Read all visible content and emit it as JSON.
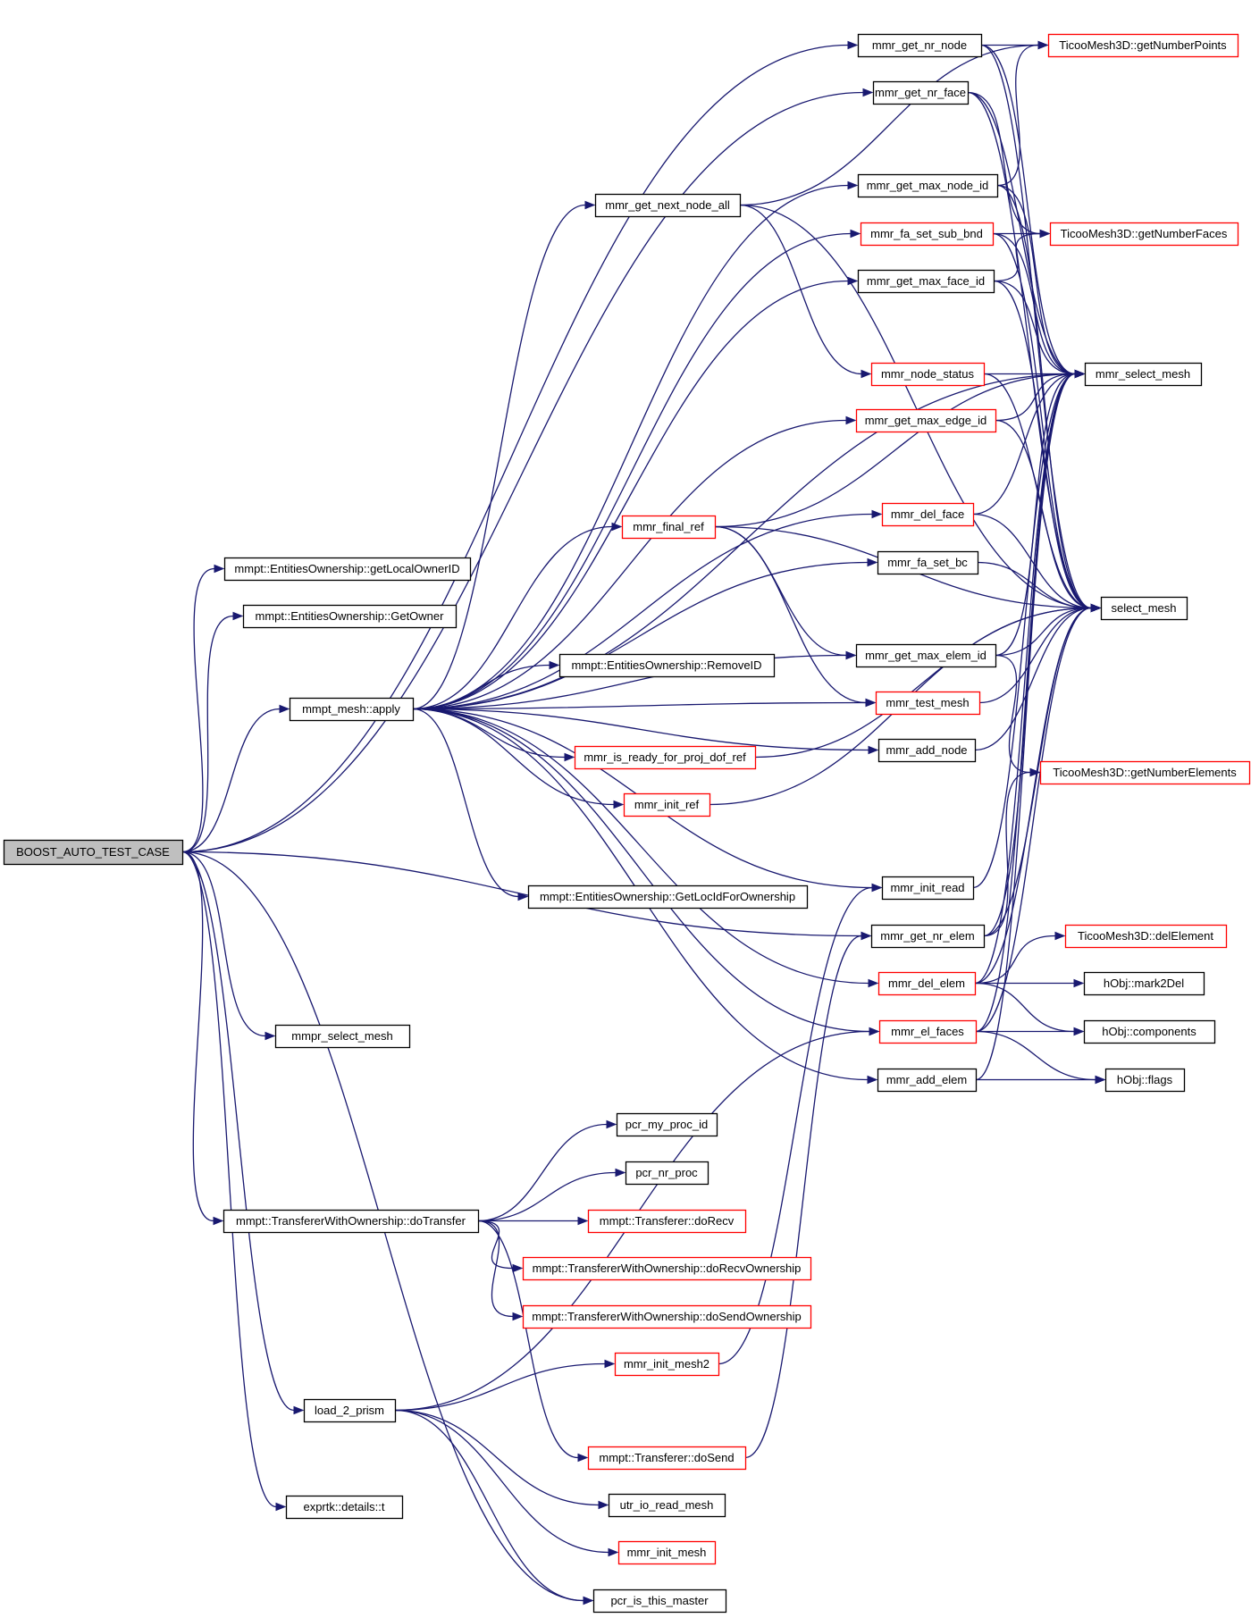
{
  "graph": {
    "colors": {
      "edge": "#191970",
      "root_fill": "#bfbfbf",
      "normal_border": "#000000",
      "truncated_border": "#ff0000",
      "node_fill": "#ffffff"
    },
    "nodes": [
      {
        "id": "boost",
        "label": "BOOST_AUTO_TEST_CASE",
        "style": "root"
      },
      {
        "id": "getLocalOwnerID",
        "label": "mmpt::EntitiesOwnership::getLocalOwnerID",
        "style": "normal"
      },
      {
        "id": "GetOwner",
        "label": "mmpt::EntitiesOwnership::GetOwner",
        "style": "normal"
      },
      {
        "id": "apply",
        "label": "mmpt_mesh::apply",
        "style": "normal"
      },
      {
        "id": "mmpr_select_mesh",
        "label": "mmpr_select_mesh",
        "style": "normal"
      },
      {
        "id": "doTransfer",
        "label": "mmpt::TransfererWithOwnership::doTransfer",
        "style": "normal"
      },
      {
        "id": "load_2_prism",
        "label": "load_2_prism",
        "style": "normal"
      },
      {
        "id": "exprtk_t",
        "label": "exprtk::details::t",
        "style": "normal"
      },
      {
        "id": "pcr_is_this_master",
        "label": "pcr_is_this_master",
        "style": "normal"
      },
      {
        "id": "mmr_get_next_node_all",
        "label": "mmr_get_next_node_all",
        "style": "normal"
      },
      {
        "id": "mmr_final_ref",
        "label": "mmr_final_ref",
        "style": "truncated"
      },
      {
        "id": "RemoveID",
        "label": "mmpt::EntitiesOwnership::RemoveID",
        "style": "normal"
      },
      {
        "id": "mmr_is_ready",
        "label": "mmr_is_ready_for_proj_dof_ref",
        "style": "truncated"
      },
      {
        "id": "mmr_init_ref",
        "label": "mmr_init_ref",
        "style": "truncated"
      },
      {
        "id": "GetLocId",
        "label": "mmpt::EntitiesOwnership::GetLocIdForOwnership",
        "style": "normal"
      },
      {
        "id": "pcr_my_proc_id",
        "label": "pcr_my_proc_id",
        "style": "normal"
      },
      {
        "id": "pcr_nr_proc",
        "label": "pcr_nr_proc",
        "style": "normal"
      },
      {
        "id": "doRecv",
        "label": "mmpt::Transferer::doRecv",
        "style": "truncated"
      },
      {
        "id": "doRecvOwnership",
        "label": "mmpt::TransfererWithOwnership::doRecvOwnership",
        "style": "truncated"
      },
      {
        "id": "doSendOwnership",
        "label": "mmpt::TransfererWithOwnership::doSendOwnership",
        "style": "truncated"
      },
      {
        "id": "mmr_init_mesh2",
        "label": "mmr_init_mesh2",
        "style": "truncated"
      },
      {
        "id": "doSend",
        "label": "mmpt::Transferer::doSend",
        "style": "truncated"
      },
      {
        "id": "utr_io_read_mesh",
        "label": "utr_io_read_mesh",
        "style": "normal"
      },
      {
        "id": "mmr_init_mesh",
        "label": "mmr_init_mesh",
        "style": "truncated"
      },
      {
        "id": "mmr_get_nr_node",
        "label": "mmr_get_nr_node",
        "style": "normal"
      },
      {
        "id": "mmr_get_nr_face",
        "label": "mmr_get_nr_face",
        "style": "normal"
      },
      {
        "id": "mmr_get_max_node_id",
        "label": "mmr_get_max_node_id",
        "style": "normal"
      },
      {
        "id": "mmr_fa_set_sub_bnd",
        "label": "mmr_fa_set_sub_bnd",
        "style": "truncated"
      },
      {
        "id": "mmr_get_max_face_id",
        "label": "mmr_get_max_face_id",
        "style": "normal"
      },
      {
        "id": "mmr_node_status",
        "label": "mmr_node_status",
        "style": "truncated"
      },
      {
        "id": "mmr_get_max_edge_id",
        "label": "mmr_get_max_edge_id",
        "style": "truncated"
      },
      {
        "id": "mmr_del_face",
        "label": "mmr_del_face",
        "style": "truncated"
      },
      {
        "id": "mmr_fa_set_bc",
        "label": "mmr_fa_set_bc",
        "style": "normal"
      },
      {
        "id": "mmr_get_max_elem_id",
        "label": "mmr_get_max_elem_id",
        "style": "normal"
      },
      {
        "id": "mmr_test_mesh",
        "label": "mmr_test_mesh",
        "style": "truncated"
      },
      {
        "id": "mmr_add_node",
        "label": "mmr_add_node",
        "style": "normal"
      },
      {
        "id": "mmr_init_read",
        "label": "mmr_init_read",
        "style": "normal"
      },
      {
        "id": "mmr_get_nr_elem",
        "label": "mmr_get_nr_elem",
        "style": "normal"
      },
      {
        "id": "mmr_del_elem",
        "label": "mmr_del_elem",
        "style": "truncated"
      },
      {
        "id": "mmr_el_faces",
        "label": "mmr_el_faces",
        "style": "truncated"
      },
      {
        "id": "mmr_add_elem",
        "label": "mmr_add_elem",
        "style": "normal"
      },
      {
        "id": "getNumberPoints",
        "label": "TicooMesh3D::getNumberPoints",
        "style": "truncated"
      },
      {
        "id": "getNumberFaces",
        "label": "TicooMesh3D::getNumberFaces",
        "style": "truncated"
      },
      {
        "id": "mmr_select_mesh",
        "label": "mmr_select_mesh",
        "style": "normal"
      },
      {
        "id": "select_mesh",
        "label": "select_mesh",
        "style": "normal"
      },
      {
        "id": "getNumberElements",
        "label": "TicooMesh3D::getNumberElements",
        "style": "truncated"
      },
      {
        "id": "delElement",
        "label": "TicooMesh3D::delElement",
        "style": "truncated"
      },
      {
        "id": "mark2Del",
        "label": "hObj::mark2Del",
        "style": "normal"
      },
      {
        "id": "components",
        "label": "hObj::components",
        "style": "normal"
      },
      {
        "id": "flags",
        "label": "hObj::flags",
        "style": "normal"
      }
    ],
    "edges": [
      [
        "boost",
        "mmr_get_nr_node"
      ],
      [
        "boost",
        "mmr_get_nr_face"
      ],
      [
        "boost",
        "getLocalOwnerID"
      ],
      [
        "boost",
        "GetOwner"
      ],
      [
        "boost",
        "apply"
      ],
      [
        "boost",
        "mmr_get_nr_elem"
      ],
      [
        "boost",
        "mmpr_select_mesh"
      ],
      [
        "boost",
        "doTransfer"
      ],
      [
        "boost",
        "load_2_prism"
      ],
      [
        "boost",
        "exprtk_t"
      ],
      [
        "boost",
        "pcr_is_this_master"
      ],
      [
        "apply",
        "mmr_get_next_node_all"
      ],
      [
        "apply",
        "mmr_get_max_node_id"
      ],
      [
        "apply",
        "mmr_fa_set_sub_bnd"
      ],
      [
        "apply",
        "mmr_get_max_face_id"
      ],
      [
        "apply",
        "mmr_get_max_edge_id"
      ],
      [
        "apply",
        "mmr_del_face"
      ],
      [
        "apply",
        "mmr_fa_set_bc"
      ],
      [
        "apply",
        "mmr_final_ref"
      ],
      [
        "apply",
        "mmr_get_max_elem_id"
      ],
      [
        "apply",
        "mmr_add_node"
      ],
      [
        "apply",
        "RemoveID"
      ],
      [
        "apply",
        "mmr_test_mesh"
      ],
      [
        "apply",
        "mmr_is_ready"
      ],
      [
        "apply",
        "mmr_init_ref"
      ],
      [
        "apply",
        "mmr_init_read"
      ],
      [
        "apply",
        "GetLocId"
      ],
      [
        "apply",
        "mmr_del_elem"
      ],
      [
        "apply",
        "mmr_el_faces"
      ],
      [
        "apply",
        "mmr_add_elem"
      ],
      [
        "apply",
        "mmr_select_mesh"
      ],
      [
        "mmr_get_next_node_all",
        "getNumberPoints"
      ],
      [
        "mmr_get_next_node_all",
        "mmr_node_status"
      ],
      [
        "mmr_get_next_node_all",
        "select_mesh"
      ],
      [
        "mmr_final_ref",
        "mmr_select_mesh"
      ],
      [
        "mmr_final_ref",
        "select_mesh"
      ],
      [
        "mmr_final_ref",
        "mmr_get_max_elem_id"
      ],
      [
        "mmr_final_ref",
        "mmr_test_mesh"
      ],
      [
        "mmr_is_ready",
        "select_mesh"
      ],
      [
        "mmr_init_ref",
        "select_mesh"
      ],
      [
        "doTransfer",
        "pcr_my_proc_id"
      ],
      [
        "doTransfer",
        "pcr_nr_proc"
      ],
      [
        "doTransfer",
        "doRecv"
      ],
      [
        "doTransfer",
        "doRecvOwnership"
      ],
      [
        "doTransfer",
        "doSendOwnership"
      ],
      [
        "doTransfer",
        "doSend"
      ],
      [
        "load_2_prism",
        "mmr_init_mesh2"
      ],
      [
        "load_2_prism",
        "mmr_el_faces"
      ],
      [
        "load_2_prism",
        "utr_io_read_mesh"
      ],
      [
        "load_2_prism",
        "mmr_init_mesh"
      ],
      [
        "load_2_prism",
        "pcr_is_this_master"
      ],
      [
        "mmr_init_mesh2",
        "mmr_init_read"
      ],
      [
        "doSend",
        "mmr_get_nr_elem"
      ],
      [
        "mmr_get_nr_node",
        "getNumberPoints"
      ],
      [
        "mmr_get_nr_node",
        "mmr_select_mesh"
      ],
      [
        "mmr_get_nr_node",
        "select_mesh"
      ],
      [
        "mmr_get_nr_face",
        "getNumberFaces"
      ],
      [
        "mmr_get_nr_face",
        "mmr_select_mesh"
      ],
      [
        "mmr_get_nr_face",
        "select_mesh"
      ],
      [
        "mmr_get_max_node_id",
        "getNumberPoints"
      ],
      [
        "mmr_get_max_node_id",
        "mmr_select_mesh"
      ],
      [
        "mmr_get_max_node_id",
        "select_mesh"
      ],
      [
        "mmr_fa_set_sub_bnd",
        "getNumberFaces"
      ],
      [
        "mmr_fa_set_sub_bnd",
        "mmr_select_mesh"
      ],
      [
        "mmr_fa_set_sub_bnd",
        "select_mesh"
      ],
      [
        "mmr_get_max_face_id",
        "getNumberFaces"
      ],
      [
        "mmr_get_max_face_id",
        "mmr_select_mesh"
      ],
      [
        "mmr_get_max_face_id",
        "select_mesh"
      ],
      [
        "mmr_node_status",
        "mmr_select_mesh"
      ],
      [
        "mmr_node_status",
        "select_mesh"
      ],
      [
        "mmr_get_max_edge_id",
        "mmr_select_mesh"
      ],
      [
        "mmr_get_max_edge_id",
        "select_mesh"
      ],
      [
        "mmr_del_face",
        "mmr_select_mesh"
      ],
      [
        "mmr_del_face",
        "select_mesh"
      ],
      [
        "mmr_fa_set_bc",
        "select_mesh"
      ],
      [
        "mmr_get_max_elem_id",
        "mmr_select_mesh"
      ],
      [
        "mmr_get_max_elem_id",
        "select_mesh"
      ],
      [
        "mmr_get_max_elem_id",
        "getNumberElements"
      ],
      [
        "mmr_test_mesh",
        "select_mesh"
      ],
      [
        "mmr_add_node",
        "select_mesh"
      ],
      [
        "mmr_init_read",
        "mmr_select_mesh"
      ],
      [
        "mmr_get_nr_elem",
        "mmr_select_mesh"
      ],
      [
        "mmr_get_nr_elem",
        "select_mesh"
      ],
      [
        "mmr_get_nr_elem",
        "getNumberElements"
      ],
      [
        "mmr_del_elem",
        "mmr_select_mesh"
      ],
      [
        "mmr_del_elem",
        "select_mesh"
      ],
      [
        "mmr_del_elem",
        "delElement"
      ],
      [
        "mmr_del_elem",
        "mark2Del"
      ],
      [
        "mmr_del_elem",
        "components"
      ],
      [
        "mmr_el_faces",
        "mmr_select_mesh"
      ],
      [
        "mmr_el_faces",
        "select_mesh"
      ],
      [
        "mmr_el_faces",
        "components"
      ],
      [
        "mmr_el_faces",
        "flags"
      ],
      [
        "mmr_add_elem",
        "mmr_select_mesh"
      ],
      [
        "mmr_add_elem",
        "flags"
      ]
    ]
  }
}
